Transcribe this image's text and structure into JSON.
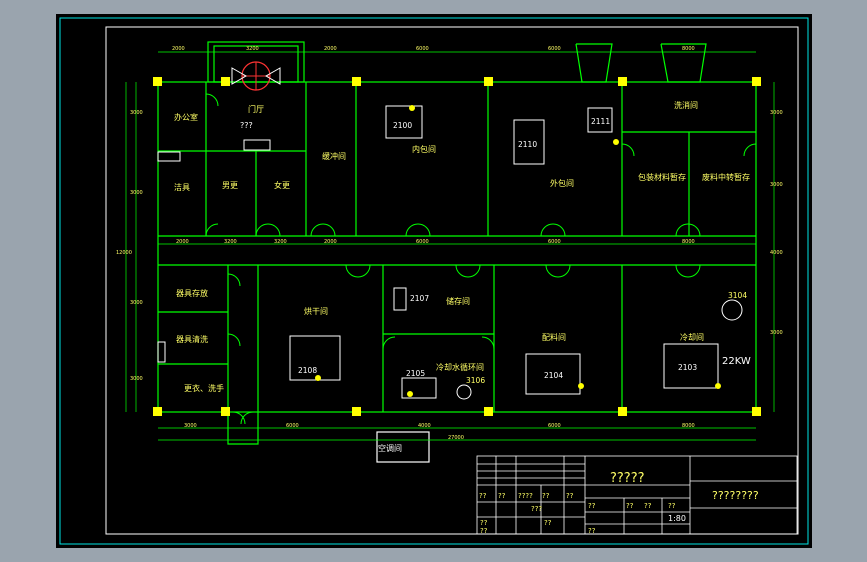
{
  "rooms": {
    "office": "办公室",
    "lobby": "门厅",
    "lobby_sub": "???",
    "tools": "洁具",
    "men": "男更",
    "women": "女更",
    "buffer": "缓冲间",
    "inner_pack": "内包间",
    "outer_pack": "外包间",
    "wash_pack": "洗消间",
    "bag_store": "包装材料暂存",
    "waste_store": "废料中转暂存",
    "tool_wash": "器具清洗",
    "tool_store": "器具存放",
    "drying": "烘干间",
    "ingred": "配料间",
    "storage": "储存间",
    "cool": "冷却间",
    "cooling_sub": "冷却水循环间",
    "dressing": "更衣、洗手",
    "aircon": "空调间"
  },
  "equipment": {
    "e2100_inner": "2100",
    "e2110": "2110",
    "e2111": "2111",
    "e2108": "2108",
    "e2107": "2107",
    "e2105": "2105",
    "e3106": "3106",
    "e2104": "2104",
    "e2103": "2103",
    "e3104": "3104",
    "power": "22KW"
  },
  "dims": {
    "top": [
      "2000",
      "3200",
      "2000",
      "6000",
      "6000",
      "8000"
    ],
    "mid": [
      "2000",
      "3200",
      "3200",
      "2000",
      "6000",
      "6000",
      "8000"
    ],
    "bot1": [
      "3000",
      "6000",
      "4000",
      "6000",
      "8000"
    ],
    "total": "27000",
    "left": [
      "3000",
      "3000",
      "12000",
      "3000",
      "3000"
    ],
    "right": [
      "3000",
      "3000",
      "4000",
      "3000"
    ]
  },
  "title_block": {
    "drawing_name": "?????",
    "company": "????????",
    "scale": "1:80",
    "row1": [
      "??",
      "??",
      "????",
      "??",
      "??"
    ],
    "row2": [
      "??",
      "???",
      "??",
      "??",
      "??"
    ],
    "row3": [
      "??",
      "??"
    ],
    "row4": [
      "??",
      "??"
    ]
  }
}
